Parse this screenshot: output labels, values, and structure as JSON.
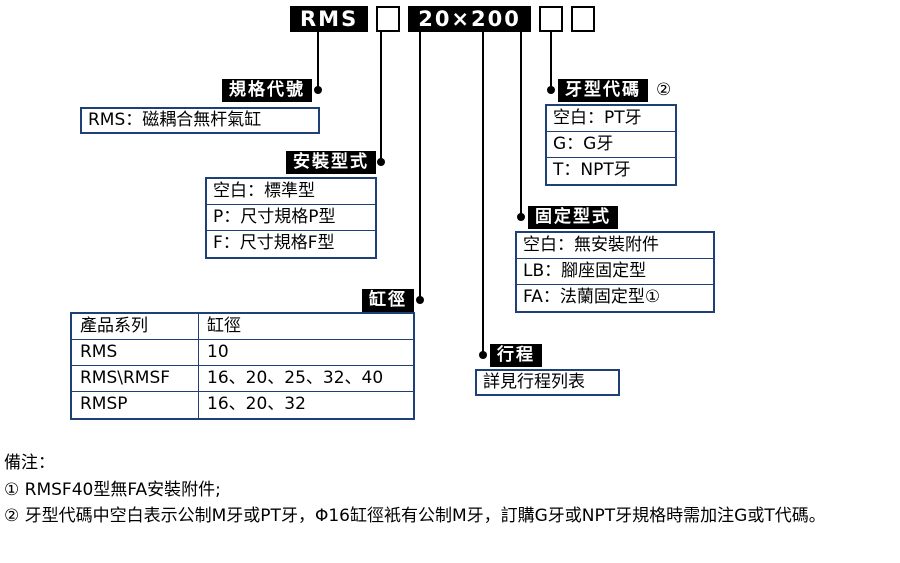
{
  "title": {
    "model": "RMS",
    "bore_stroke": "20×200"
  },
  "callouts": {
    "spec_code": {
      "label": "規格代號",
      "rows": [
        "RMS：磁耦合無杆氣缸"
      ]
    },
    "thread_code": {
      "label": "牙型代碼",
      "note_ref": "②",
      "rows": [
        "空白：PT牙",
        "G：G牙",
        "T：NPT牙"
      ]
    },
    "mounting_type": {
      "label": "安裝型式",
      "rows": [
        "空白：標準型",
        "P：尺寸規格P型",
        "F：尺寸規格F型"
      ]
    },
    "fixing_type": {
      "label": "固定型式",
      "rows": [
        "空白：無安裝附件",
        "LB：腳座固定型",
        "FA：法蘭固定型①"
      ]
    },
    "bore": {
      "label": "缸徑",
      "table": {
        "headers": [
          "產品系列",
          "缸徑"
        ],
        "rows": [
          [
            "RMS",
            "10"
          ],
          [
            "RMS\\RMSF",
            "16、20、25、32、40"
          ],
          [
            "RMSP",
            "16、20、32"
          ]
        ]
      }
    },
    "stroke": {
      "label": "行程",
      "rows": [
        "詳見行程列表"
      ]
    }
  },
  "notes": {
    "heading": "備注：",
    "items": [
      "① RMSF40型無FA安裝附件;",
      "② 牙型代碼中空白表示公制M牙或PT牙，Φ16缸徑衹有公制M牙，訂購G牙或NPT牙規格時需加注G或T代碼。"
    ]
  },
  "colors": {
    "label_bg": "#000000",
    "box_border": "#1e4077",
    "text": "#000000"
  }
}
